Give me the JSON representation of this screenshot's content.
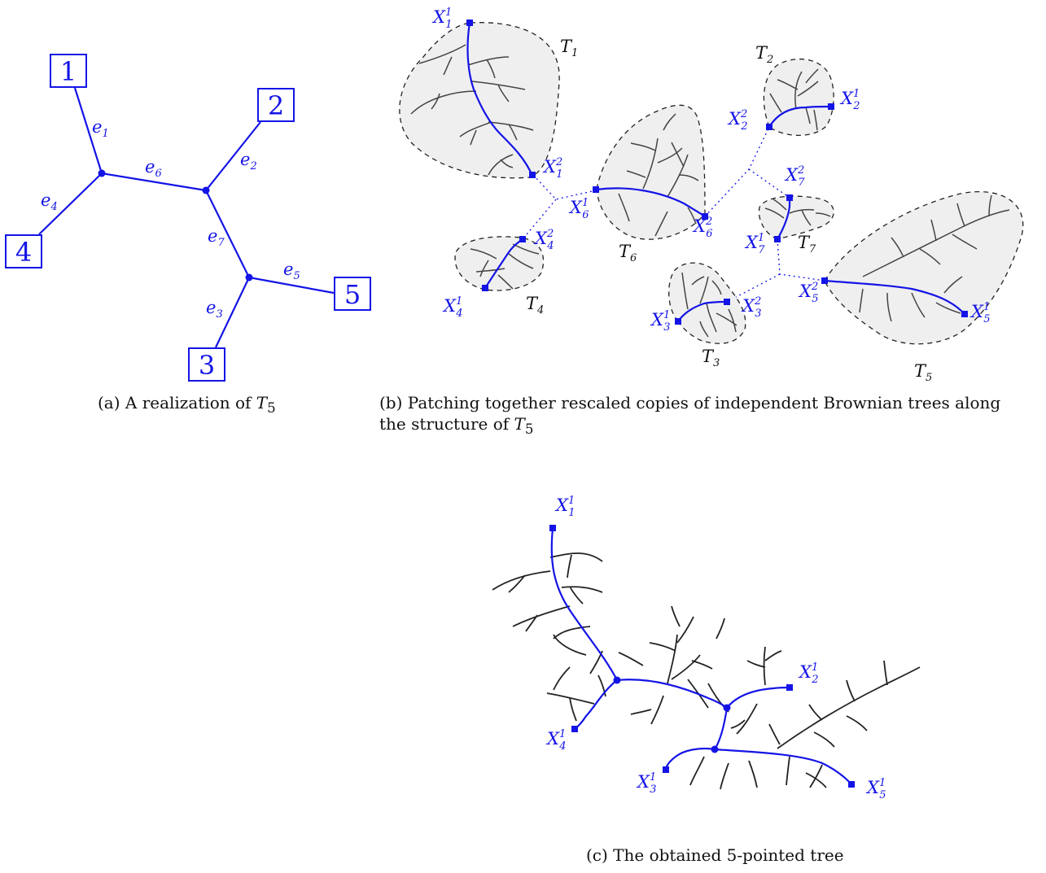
{
  "panel_a": {
    "caption_prefix": "(a) A realization of ",
    "caption_var": "T",
    "caption_sub": "5",
    "leaves": [
      "1",
      "2",
      "3",
      "4",
      "5"
    ],
    "edges": [
      {
        "base": "e",
        "sub": "1"
      },
      {
        "base": "e",
        "sub": "2"
      },
      {
        "base": "e",
        "sub": "3"
      },
      {
        "base": "e",
        "sub": "4"
      },
      {
        "base": "e",
        "sub": "5"
      },
      {
        "base": "e",
        "sub": "6"
      },
      {
        "base": "e",
        "sub": "7"
      }
    ]
  },
  "panel_b": {
    "caption_line1": "(b) Patching together rescaled copies of independent Brownian trees along",
    "caption_line2_prefix": "the structure of ",
    "caption_var": "T",
    "caption_sub": "5",
    "trees": [
      {
        "base": "T",
        "sub": "1"
      },
      {
        "base": "T",
        "sub": "2"
      },
      {
        "base": "T",
        "sub": "3"
      },
      {
        "base": "T",
        "sub": "4"
      },
      {
        "base": "T",
        "sub": "5"
      },
      {
        "base": "T",
        "sub": "6"
      },
      {
        "base": "T",
        "sub": "7"
      }
    ],
    "points": [
      {
        "base": "X",
        "sup": "1",
        "sub": "1"
      },
      {
        "base": "X",
        "sup": "2",
        "sub": "1"
      },
      {
        "base": "X",
        "sup": "1",
        "sub": "2"
      },
      {
        "base": "X",
        "sup": "2",
        "sub": "2"
      },
      {
        "base": "X",
        "sup": "1",
        "sub": "3"
      },
      {
        "base": "X",
        "sup": "2",
        "sub": "3"
      },
      {
        "base": "X",
        "sup": "1",
        "sub": "4"
      },
      {
        "base": "X",
        "sup": "2",
        "sub": "4"
      },
      {
        "base": "X",
        "sup": "1",
        "sub": "5"
      },
      {
        "base": "X",
        "sup": "2",
        "sub": "5"
      },
      {
        "base": "X",
        "sup": "1",
        "sub": "6"
      },
      {
        "base": "X",
        "sup": "2",
        "sub": "6"
      },
      {
        "base": "X",
        "sup": "1",
        "sub": "7"
      },
      {
        "base": "X",
        "sup": "2",
        "sub": "7"
      }
    ]
  },
  "panel_c": {
    "caption": "(c) The obtained 5-pointed tree",
    "points": [
      {
        "base": "X",
        "sup": "1",
        "sub": "1"
      },
      {
        "base": "X",
        "sup": "1",
        "sub": "2"
      },
      {
        "base": "X",
        "sup": "1",
        "sub": "3"
      },
      {
        "base": "X",
        "sup": "1",
        "sub": "4"
      },
      {
        "base": "X",
        "sup": "1",
        "sub": "5"
      }
    ]
  },
  "colors": {
    "accent": "#1414e6",
    "blob_fill": "#efefef",
    "ink": "#222222"
  }
}
